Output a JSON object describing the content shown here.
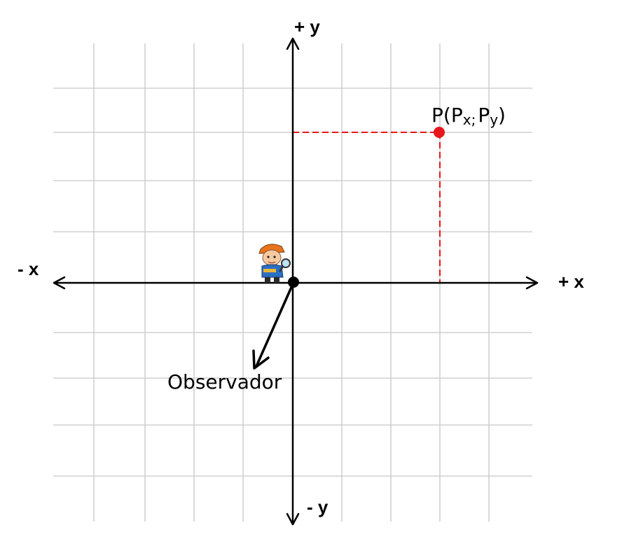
{
  "axes": {
    "x_positive": "+ x",
    "x_negative": "- x",
    "y_positive": "+ y",
    "y_negative": "- y"
  },
  "point": {
    "letter": "P",
    "open_paren": "(",
    "px_base": "P",
    "px_sub": "x",
    "separator": ";",
    "py_base": "P",
    "py_sub": "y",
    "close_paren": ")",
    "color": "#e8171b"
  },
  "observer": {
    "label": "Observador",
    "icon": "explorer-with-magnifier-icon"
  },
  "colors": {
    "grid": "#d0d0d0",
    "axis": "#000000",
    "projection": "#e8171b"
  }
}
